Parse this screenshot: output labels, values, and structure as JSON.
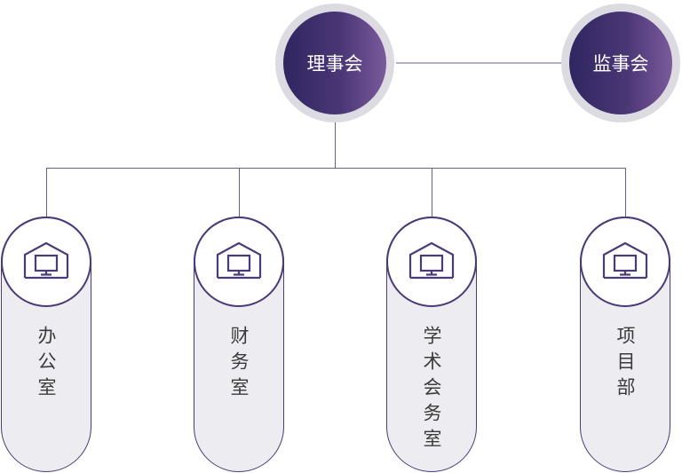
{
  "top_nodes": {
    "board": "理事会",
    "supervisory": "监事会"
  },
  "departments": [
    {
      "label": "办公室",
      "icon": "house-monitor-icon"
    },
    {
      "label": "财务室",
      "icon": "house-monitor-icon"
    },
    {
      "label": "学术会务室",
      "icon": "house-monitor-icon"
    },
    {
      "label": "项目部",
      "icon": "house-monitor-icon"
    }
  ],
  "colors": {
    "accent": "#4b3a78",
    "gradient_start": "#2f2660",
    "gradient_end": "#7a5a9b",
    "pill_fill": "#edecf1",
    "ring": "#dcdbe1",
    "text": "#3b3b3b"
  }
}
